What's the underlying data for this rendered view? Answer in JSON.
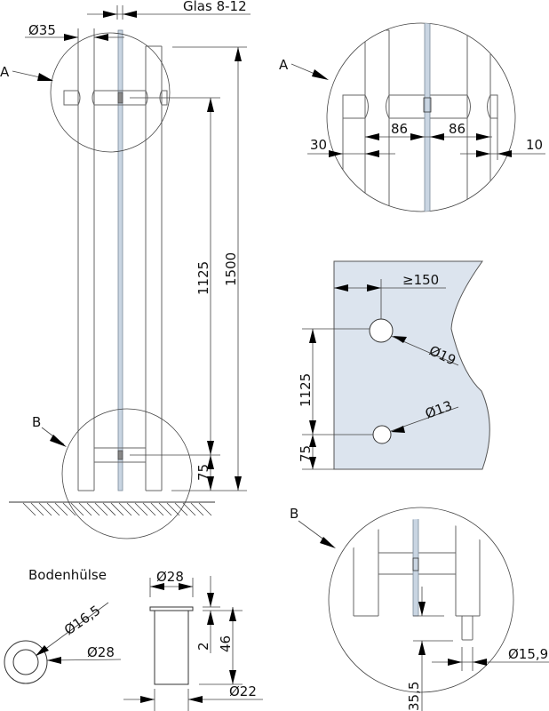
{
  "drawing": {
    "main_view": {
      "glass_label": "Glas 8-12",
      "post_diameter": "Ø35",
      "detail_a_marker": "A",
      "detail_b_marker": "B",
      "dim_upper_clamp": "1125",
      "dim_total_height": "1500",
      "dim_lower_clamp": "75"
    },
    "detail_a": {
      "marker": "A",
      "dim_left_gap": "86",
      "dim_right_gap": "86",
      "dim_left_offset": "30",
      "dim_right_offset": "10"
    },
    "glass_panel": {
      "dim_edge_distance": "≥150",
      "dim_upper_hole": "Ø19",
      "dim_lower_hole": "Ø13",
      "dim_hole_spacing": "1125",
      "dim_bottom_offset": "75"
    },
    "detail_b": {
      "marker": "B",
      "dim_pin_diameter": "Ø15,9",
      "dim_gap": "35,5"
    },
    "floor_sleeve": {
      "title": "Bodenhülse",
      "dim_inner_diameter": "Ø16,5",
      "dim_outer_diameter_top": "Ø28",
      "dim_flange_diameter": "Ø28",
      "dim_flange_height": "2",
      "dim_height": "46",
      "dim_body_diameter": "Ø22"
    }
  }
}
